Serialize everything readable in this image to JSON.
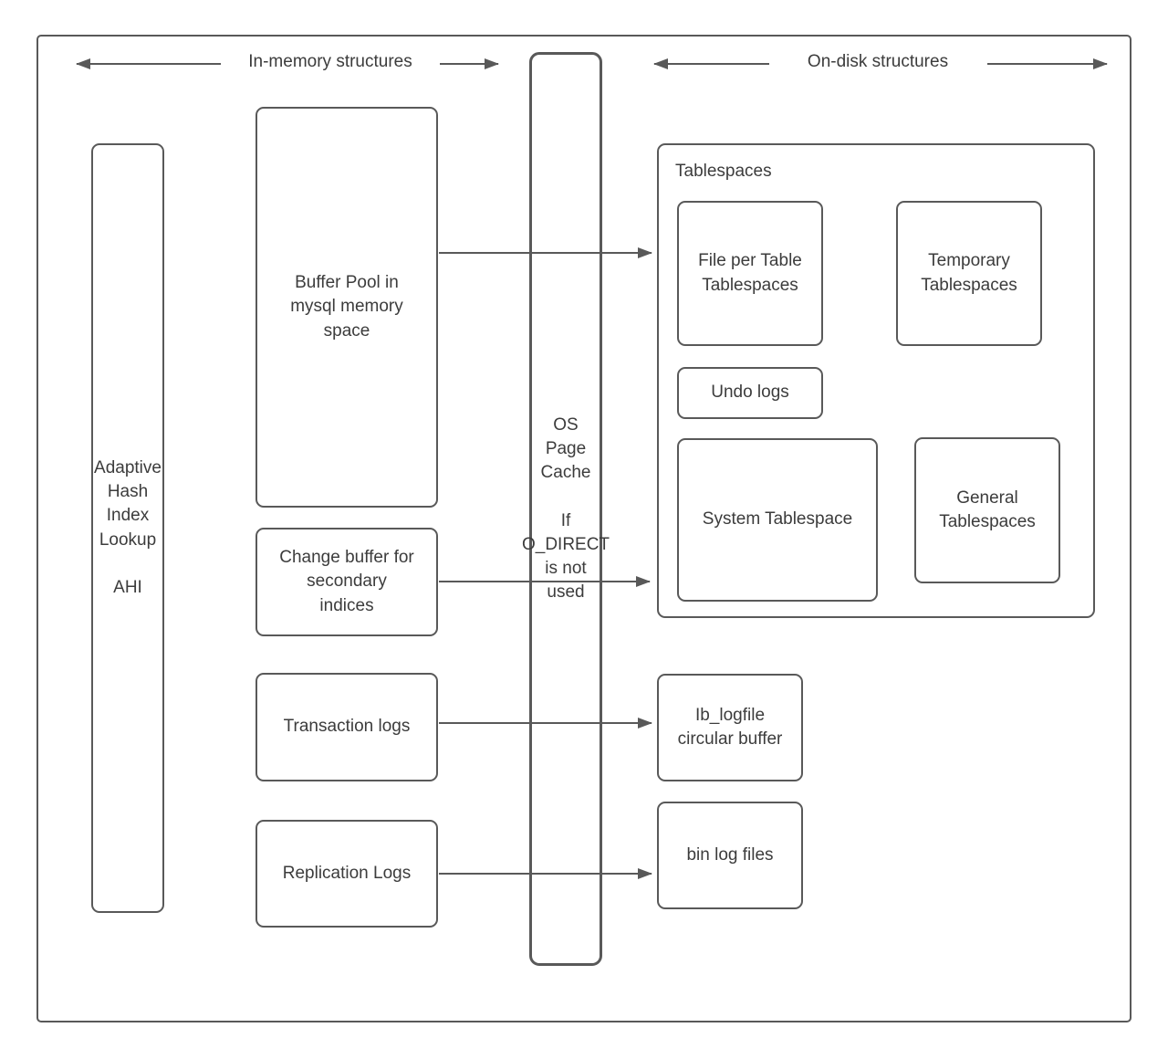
{
  "headers": {
    "in_memory": "In-memory structures",
    "on_disk": "On-disk structures"
  },
  "nodes": {
    "ahi": {
      "label": "Adaptive\nHash\nIndex\nLookup\n\nAHI"
    },
    "buffer_pool": {
      "label": "Buffer Pool in\nmysql memory\nspace"
    },
    "change_buffer": {
      "label": "Change buffer for\nsecondary\nindices"
    },
    "transaction_logs": {
      "label": "Transaction logs"
    },
    "replication_logs": {
      "label": "Replication Logs"
    },
    "os_page_cache": {
      "label": "OS\nPage\nCache\n\nIf\nO_DIRECT\nis not\nused"
    },
    "tablespaces": {
      "label": "Tablespaces"
    },
    "file_per_table": {
      "label": "File per Table\nTablespaces"
    },
    "temporary": {
      "label": "Temporary\nTablespaces"
    },
    "undo_logs": {
      "label": "Undo logs"
    },
    "system_tablespace": {
      "label": "System Tablespace"
    },
    "general_tablespaces": {
      "label": "General\nTablespaces"
    },
    "ib_logfile": {
      "label": "Ib_logfile\ncircular buffer"
    },
    "bin_log_files": {
      "label": "bin log files"
    }
  },
  "edges": [
    {
      "from": "buffer_pool",
      "to": "tablespaces"
    },
    {
      "from": "change_buffer",
      "to": "tablespaces"
    },
    {
      "from": "transaction_logs",
      "to": "ib_logfile"
    },
    {
      "from": "replication_logs",
      "to": "bin_log_files"
    }
  ],
  "colors": {
    "stroke": "#595959",
    "text": "#3c3c3c",
    "background": "#ffffff"
  }
}
